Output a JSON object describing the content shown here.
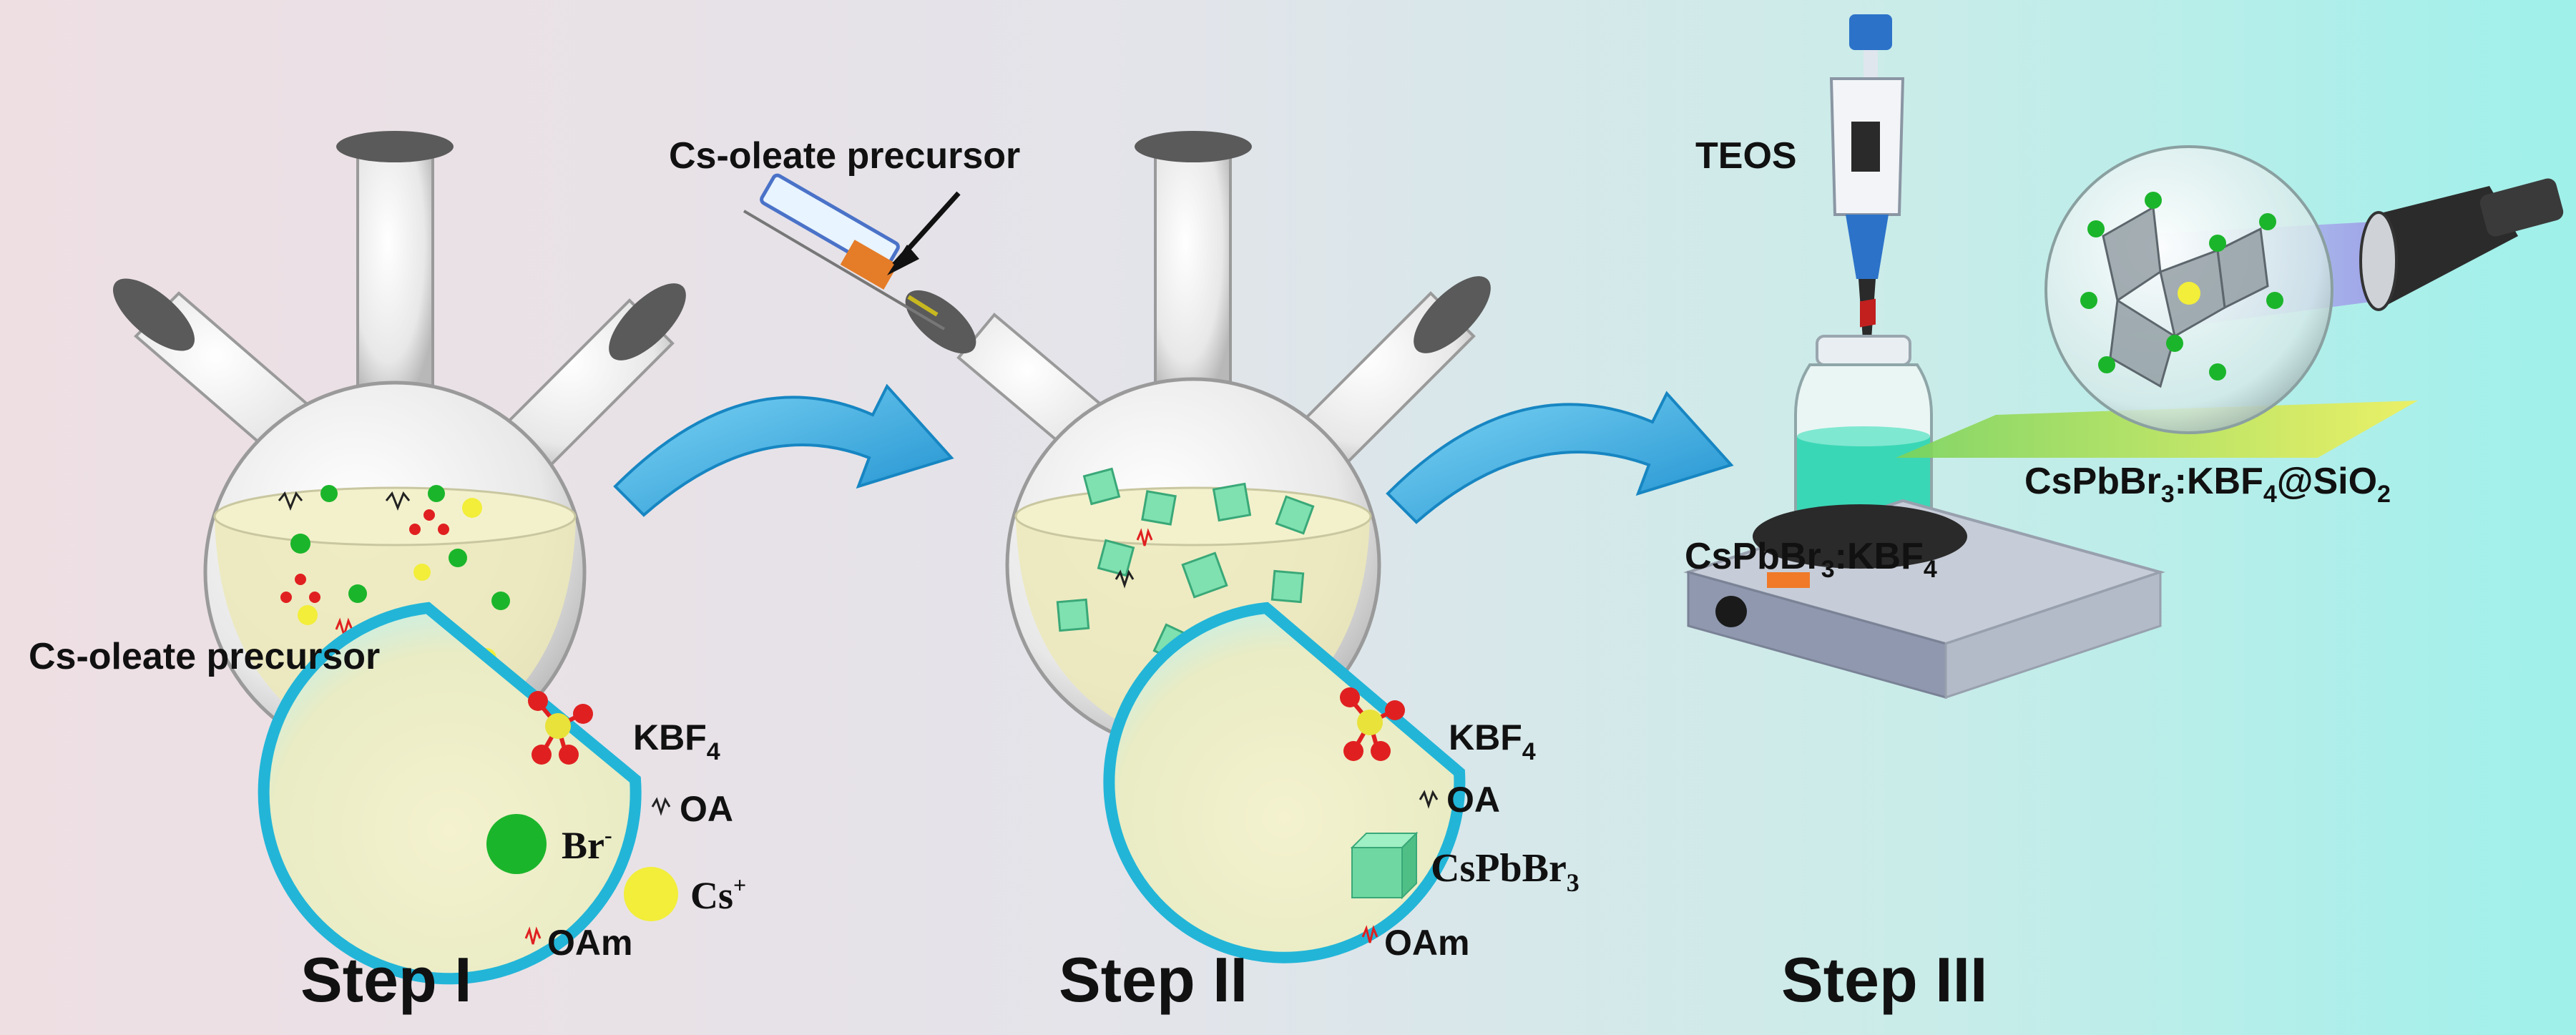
{
  "labels": {
    "cs_oleate_top": "Cs-oleate precursor",
    "cs_oleate_left": "Cs-oleate precursor",
    "teos": "TEOS",
    "product_bare": "CsPbBr",
    "product_bare_sub": "3",
    "product_bare_suffix": ":KBF",
    "product_bare_sub2": "4",
    "product_coated": "CsPbBr",
    "product_coated_sub": "3",
    "product_coated_mid": ":KBF",
    "product_coated_sub2": "4",
    "product_coated_suffix": "@SiO",
    "product_coated_sub3": "2"
  },
  "steps": [
    {
      "label": "Step I"
    },
    {
      "label": "Step II"
    },
    {
      "label": "Step III"
    }
  ],
  "legend_step1": {
    "kbf4": "KBF",
    "kbf4_sub": "4",
    "oa": "OA",
    "br": "Br",
    "br_sup": "-",
    "cs": "Cs",
    "cs_sup": "+",
    "oam": "OAm"
  },
  "legend_step2": {
    "kbf4": "KBF",
    "kbf4_sub": "4",
    "oa": "OA",
    "cspbbr3": "CsPbBr",
    "cspbbr3_sub": "3",
    "oam": "OAm"
  },
  "colors": {
    "drop_border": "#22b5d8",
    "drop_fill": "#efeec6",
    "arrow_blue": "#2aa9e0",
    "br_green": "#1bb52b",
    "cs_yellow": "#f2ee3a",
    "kbf4_red": "#e02020",
    "cube_green": "#7fe0b0",
    "solution_yellow": "#ece9b8",
    "solution_teal": "#3ad7b6",
    "beam_green": "#9be27d"
  }
}
